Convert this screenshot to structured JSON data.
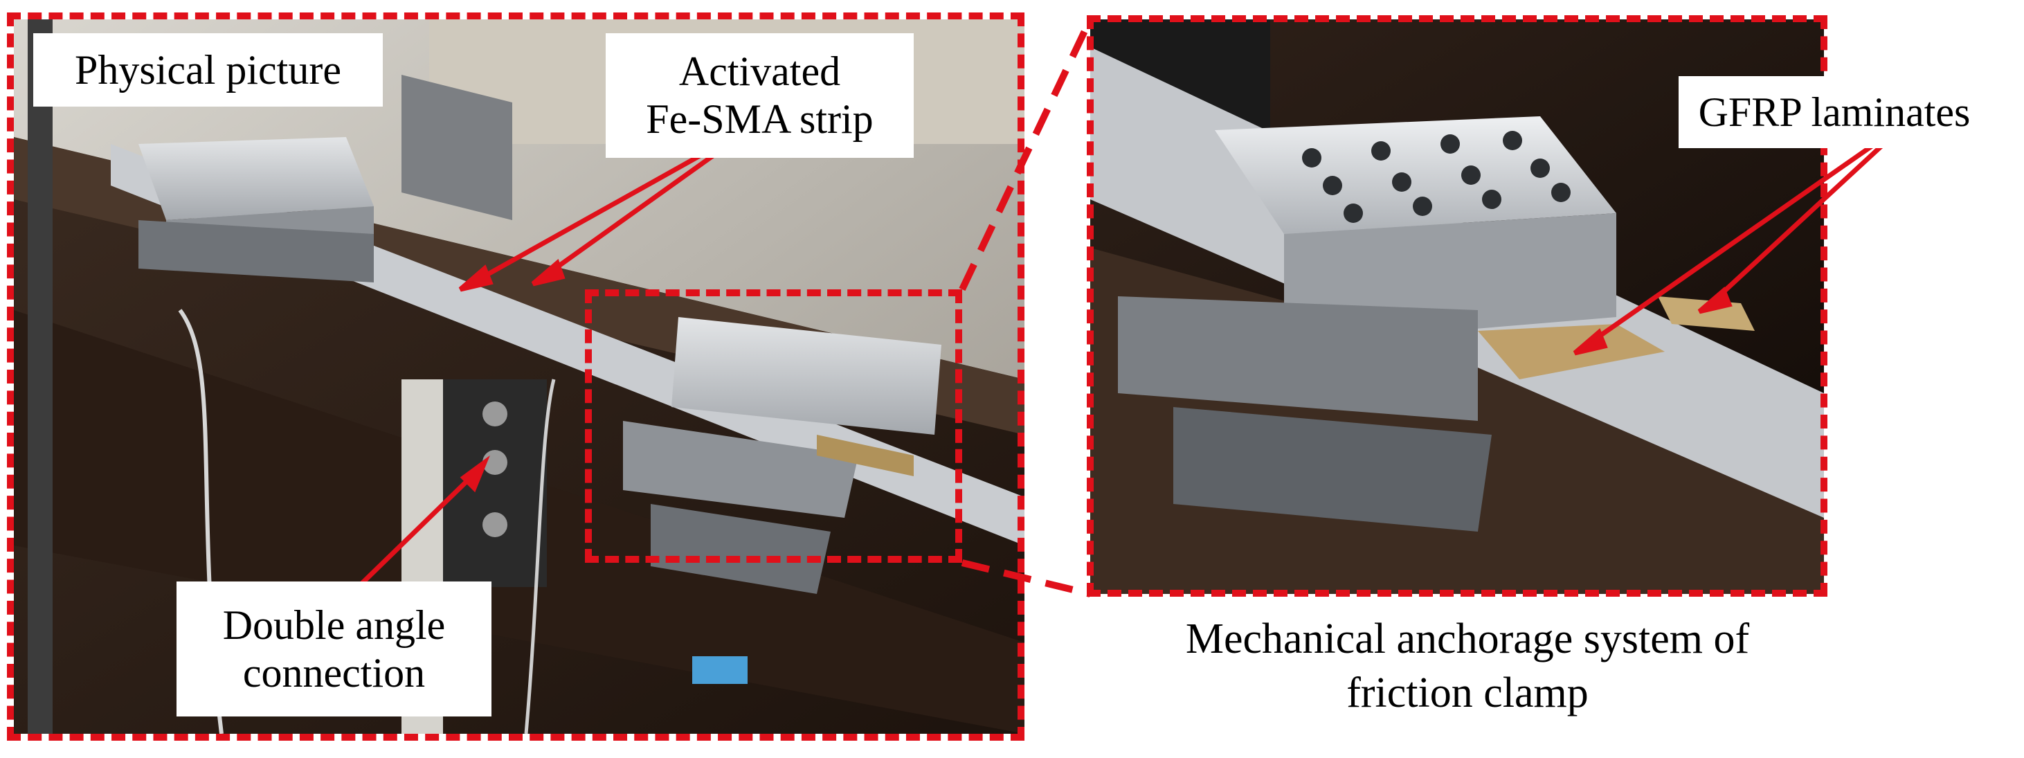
{
  "left_panel": {
    "label_physical": "Physical picture",
    "label_activated_line1": "Activated",
    "label_activated_line2": "Fe-SMA strip",
    "label_double_line1": "Double angle",
    "label_double_line2": "connection"
  },
  "right_panel": {
    "label_gfrp": "GFRP laminates",
    "caption_line1": "Mechanical anchorage system of",
    "caption_line2": "friction clamp"
  },
  "colors": {
    "accent": "#e0101a",
    "steel_dark": "#2a1c15",
    "aluminium": "#b9bcc0"
  }
}
